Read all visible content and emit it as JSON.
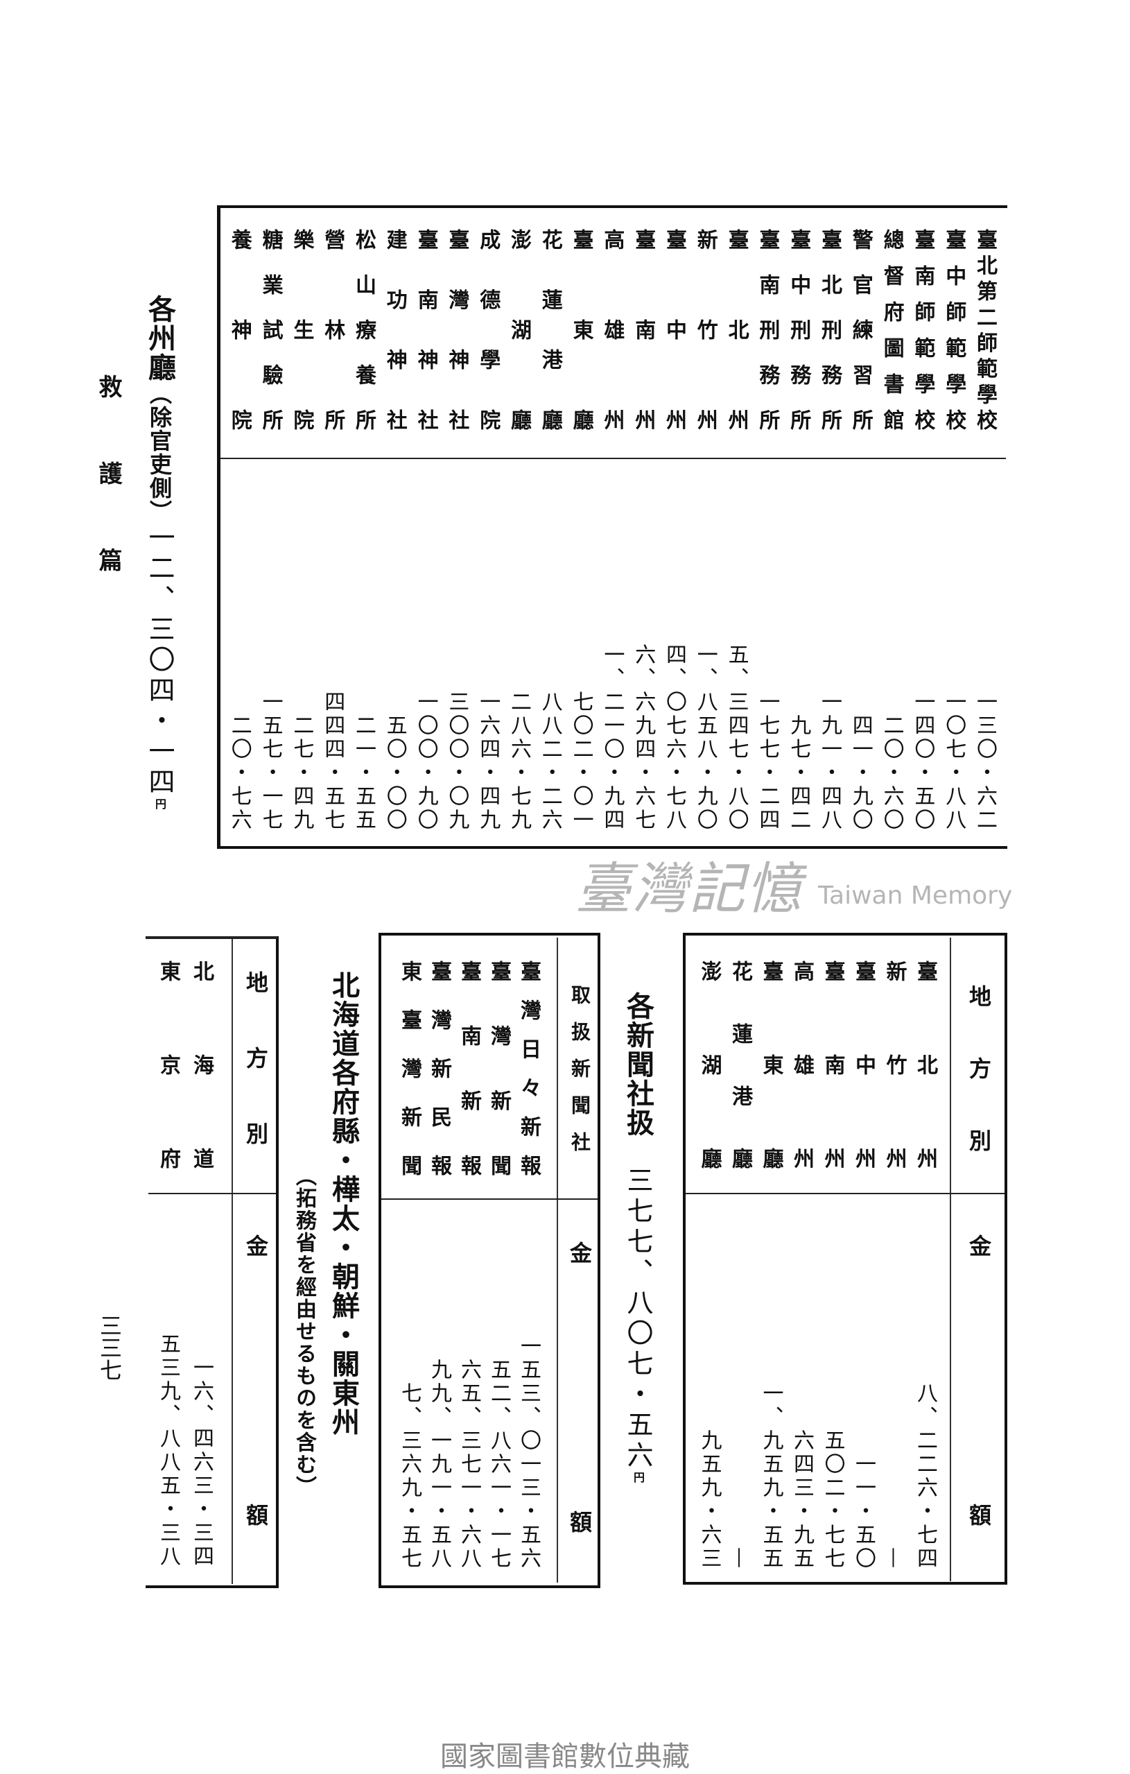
{
  "margin_header": [
    "救",
    "護",
    "篇"
  ],
  "page_number": "三三七",
  "footer": "國家圖書館數位典藏",
  "watermark": {
    "cjk": "臺灣記憶",
    "latin": "Taiwan Memory"
  },
  "unit": "円",
  "prefecture_section": {
    "title": "各州廳",
    "title_note": "（除官吏側）",
    "total": "一二、三〇四・一四",
    "rows": [
      {
        "name": "臺北第二師範學校",
        "amount": "一三〇・六二"
      },
      {
        "name": "臺中師範學校",
        "amount": "一〇七・八八"
      },
      {
        "name": "臺南師範學校",
        "amount": "一四〇・五〇"
      },
      {
        "name": "總督府圖書館",
        "amount": "二〇・六〇"
      },
      {
        "name": "警官練習所",
        "amount": "四一・九〇"
      },
      {
        "name": "臺北刑務所",
        "amount": "一九一・四八"
      },
      {
        "name": "臺中刑務所",
        "amount": "九七・四二"
      },
      {
        "name": "臺南刑務所",
        "amount": "一七七・二四"
      },
      {
        "name": "臺北州",
        "amount": "五、三四七・八〇"
      },
      {
        "name": "新竹州",
        "amount": "一、八五八・九〇"
      },
      {
        "name": "臺中州",
        "amount": "四、〇七六・七八"
      },
      {
        "name": "臺南州",
        "amount": "六、六九四・六七"
      },
      {
        "name": "高雄州",
        "amount": "一、二一〇・九四"
      },
      {
        "name": "臺東廳",
        "amount": "七〇二・〇一"
      },
      {
        "name": "花蓮港廳",
        "amount": "八八二・二六"
      },
      {
        "name": "澎湖廳",
        "amount": "二八六・七九"
      },
      {
        "name": "成德學院",
        "amount": "一六四・四九"
      },
      {
        "name": "臺灣神社",
        "amount": "三〇〇・〇九"
      },
      {
        "name": "臺南神社",
        "amount": "一〇〇・九〇"
      },
      {
        "name": "建功神社",
        "amount": "五〇・〇〇"
      },
      {
        "name": "松山療養所",
        "amount": "二一・五五"
      },
      {
        "name": "營林所",
        "amount": "四四四・五七"
      },
      {
        "name": "樂生院",
        "amount": "二七・四九"
      },
      {
        "name": "糖業試驗所",
        "amount": "一五七・一七"
      },
      {
        "name": "養神院",
        "amount": "二〇・七六"
      }
    ]
  },
  "newspaper_section": {
    "title": "各新聞社扱",
    "total": "三七七、八〇七・五六",
    "region_table": {
      "header_name": "地方別",
      "header_amount": "金額",
      "rows": [
        {
          "name": "臺北州",
          "amount": "八、二二六・七四"
        },
        {
          "name": "新竹州",
          "amount": "—"
        },
        {
          "name": "臺中州",
          "amount": "一一・五〇"
        },
        {
          "name": "臺南州",
          "amount": "五〇二・七七"
        },
        {
          "name": "高雄州",
          "amount": "六四三・九五"
        },
        {
          "name": "臺東廳",
          "amount": "一、九五九・五五"
        },
        {
          "name": "花蓮港廳",
          "amount": "—"
        },
        {
          "name": "澎湖廳",
          "amount": "九五九・六三"
        }
      ]
    },
    "paper_table": {
      "header_name": "取扱新聞社",
      "header_amount": "金額",
      "rows": [
        {
          "name": "臺灣日々新報",
          "amount": "一五三、〇一三・五六"
        },
        {
          "name": "臺灣新聞",
          "amount": "五二、八六一・一七"
        },
        {
          "name": "臺南新報",
          "amount": "六五、三七一・六八"
        },
        {
          "name": "臺灣新民報",
          "amount": "九九、一九一・五八"
        },
        {
          "name": "東臺灣新聞",
          "amount": "七、三六九・五七"
        }
      ]
    }
  },
  "external_section": {
    "title": "北海道各府縣・樺太・朝鮮・關東州",
    "subtitle": "（拓務省を經由せるものを含む）",
    "header_name": "地方別",
    "header_amount": "金額",
    "rows": [
      {
        "name": "北海道",
        "amount": "一六、四六三・三四"
      },
      {
        "name": "東京府",
        "amount": "五三九、八八五・三八"
      }
    ]
  }
}
